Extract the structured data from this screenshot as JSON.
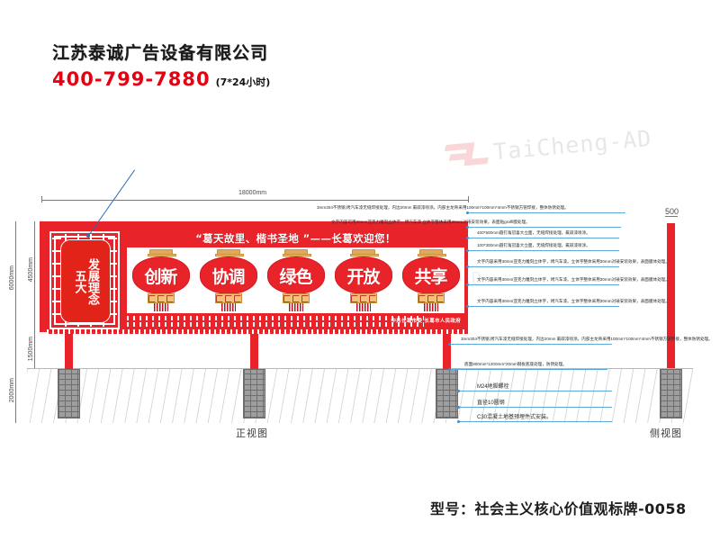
{
  "header": {
    "company": "江苏泰诚广告设备有限公司",
    "phone": "400-799-7880",
    "hours": "(7*24小时)"
  },
  "watermark": {
    "text": "TaiCheng-AD"
  },
  "drawing": {
    "dimensions": {
      "top_width": "18000mm",
      "total_height": "6000mm",
      "board_height": "4500mm",
      "post_height": "1500mm",
      "foundation_depth": "2000mm",
      "side_width": "500"
    },
    "views": {
      "front": "正视图",
      "side": "侧视图"
    },
    "billboard": {
      "headline": "“葛天故里、楷书圣地 ”——长葛欢迎您！",
      "ornament_col_right": "发展理念",
      "ornament_col_left": "五大",
      "signature": "中共长葛市委  长葛市人民政府",
      "lanterns": [
        {
          "label": "创新"
        },
        {
          "label": "协调"
        },
        {
          "label": "绿色"
        },
        {
          "label": "开放"
        },
        {
          "label": "共享"
        }
      ]
    },
    "annotations": [
      {
        "id": "a1",
        "text": "3mm304不锈钢,烤汽车漆无缝焊接处理，内边20mm 氟碳漆喷涂。内部主龙骨采用100mm*100mm*4mm不锈钢方管焊接，整体防锈处理。"
      },
      {
        "id": "a2",
        "text": "文字内容可用30mm亚克力雕刻立体字，烤汽车漆 立体字整体采用30mm对裱安装效果，表面贴graffi膜处理。"
      },
      {
        "id": "a3",
        "text": "400*500mm圆钉角冠喜大立面，无缝焊接处理，氟碳漆喷涂。"
      },
      {
        "id": "a4",
        "text": "100*300mm圆钉角冠喜大立面，无缝焊接处理，氟碳漆喷涂。"
      },
      {
        "id": "a5",
        "text": "文字内容采用30mm亚克力雕刻立体字，烤汽车漆。立体字整体采用30mm对裱安装效果，表面膜体处理。"
      },
      {
        "id": "a6",
        "text": "文字内容采用30mm亚克力雕刻立体字，烤汽车漆。立体字整体采用30mm对裱安装效果，表面膜体处理。"
      },
      {
        "id": "a7",
        "text": "文字内容采用30mm亚克力雕刻立体字，烤汽车漆。立体字整体采用30mm对裱安装效果，表面膜体处理。"
      },
      {
        "id": "a8",
        "text": "3mm304不锈钢,烤汽车漆无缝焊接处理，内边20mm 氟碳漆喷涂。内部主龙骨采用100mm*100mm*4mm不锈钢方管焊接，整体防锈处理。"
      },
      {
        "id": "a9",
        "text": "底面800mm*1200mm*20mm钢板底座处理，防锈处理。"
      },
      {
        "id": "a10",
        "text": "M24地脚螺栓"
      },
      {
        "id": "a11",
        "text": "直径10圆钢"
      },
      {
        "id": "a12",
        "text": "C30混凝土地基预埋件式安装。"
      }
    ]
  },
  "footer": {
    "model": "型号：社会主义核心价值观标牌-0058"
  }
}
